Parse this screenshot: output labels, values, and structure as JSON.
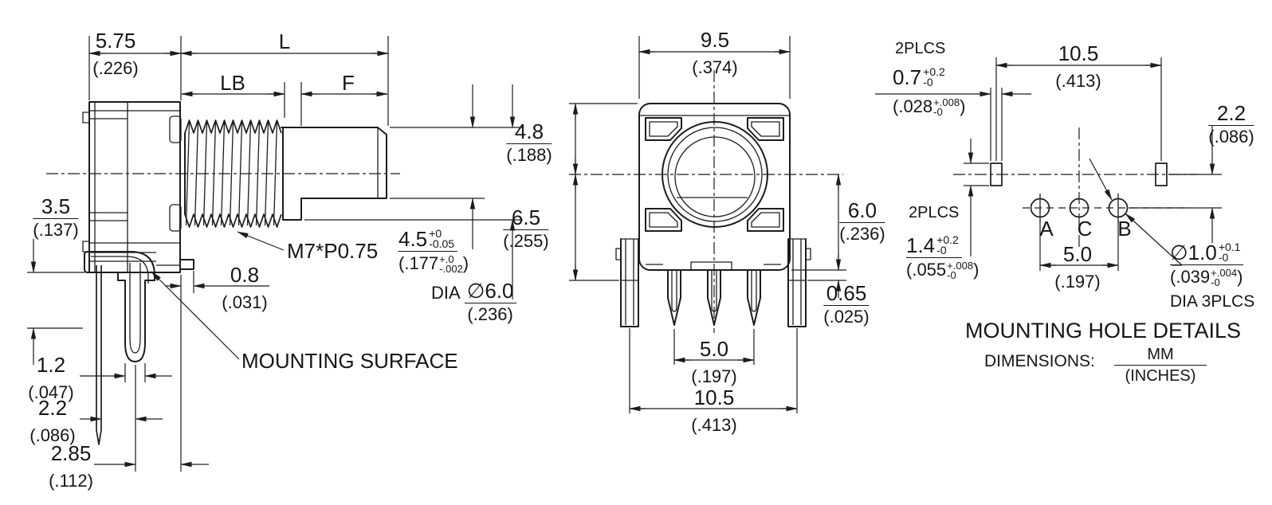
{
  "meta": {
    "colors": {
      "ink": "#1c1c1c",
      "background": "#ffffff"
    }
  },
  "side": {
    "dim_575": {
      "mm": "5.75",
      "in": "(.226)"
    },
    "dim_L": "L",
    "dim_LB": "LB",
    "dim_F": "F",
    "dim_35": {
      "mm": "3.5",
      "in": "(.137)"
    },
    "dim_12": {
      "mm": "1.2",
      "in": "(.047)"
    },
    "dim_22": {
      "mm": "2.2",
      "in": "(.086)"
    },
    "dim_285": {
      "mm": "2.85",
      "in": "(.112)"
    },
    "dim_08": {
      "mm": "0.8",
      "in": "(.031)"
    },
    "thread_spec": "M7*P0.75",
    "mounting_surface": "MOUNTING SURFACE",
    "dim_45": {
      "mm": "4.5",
      "tol_up": "+0",
      "tol_dn": "-0.05",
      "in_open": "(.177",
      "in_tol_up": "+.0",
      "in_tol_dn": "-.002",
      "in_close": ")"
    },
    "dim_dia6": {
      "label": "DIA",
      "sym": "∅",
      "mm": "6.0",
      "in": "(.236)"
    }
  },
  "front": {
    "dim_95": {
      "mm": "9.5",
      "in": "(.374)"
    },
    "dim_48": {
      "mm": "4.8",
      "in": "(.188)"
    },
    "dim_65": {
      "mm": "6.5",
      "in": "(.255)"
    },
    "dim_60": {
      "mm": "6.0",
      "in": "(.236)"
    },
    "dim_065": {
      "mm": "0.65",
      "in": "(.025)"
    },
    "dim_50": {
      "mm": "5.0",
      "in": "(.197)"
    },
    "dim_105": {
      "mm": "10.5",
      "in": "(.413)"
    }
  },
  "mounting": {
    "plcs_slot_top": "2PLCS",
    "dim_07": {
      "mm": "0.7",
      "tol_up": "+0.2",
      "tol_dn": "-0",
      "in_open": "(.028",
      "in_tol_up": "+.008",
      "in_tol_dn": "-0",
      "in_close": ")"
    },
    "dim_105": {
      "mm": "10.5",
      "in": "(.413)"
    },
    "dim_22": {
      "mm": "2.2",
      "in": "(.086)"
    },
    "plcs_slot_side": "2PLCS",
    "dim_14": {
      "mm": "1.4",
      "tol_up": "+0.2",
      "tol_dn": "-0",
      "in_open": "(.055",
      "in_tol_up": "+.008",
      "in_tol_dn": "-0",
      "in_close": ")"
    },
    "hole_a": "A",
    "hole_c": "C",
    "hole_b": "B",
    "dim_50": {
      "mm": "5.0",
      "in": "(.197)"
    },
    "dim_dia10": {
      "sym": "∅",
      "mm": "1.0",
      "tol_up": "+0.1",
      "tol_dn": "-0",
      "in_open": "(.039",
      "in_tol_up": "+.004",
      "in_tol_dn": "-0",
      "in_close": ")",
      "suffix": "DIA 3PLCS"
    },
    "title": "MOUNTING HOLE DETAILS",
    "dimensions_label": "DIMENSIONS:",
    "units_mm": "MM",
    "units_in": "(INCHES)"
  }
}
